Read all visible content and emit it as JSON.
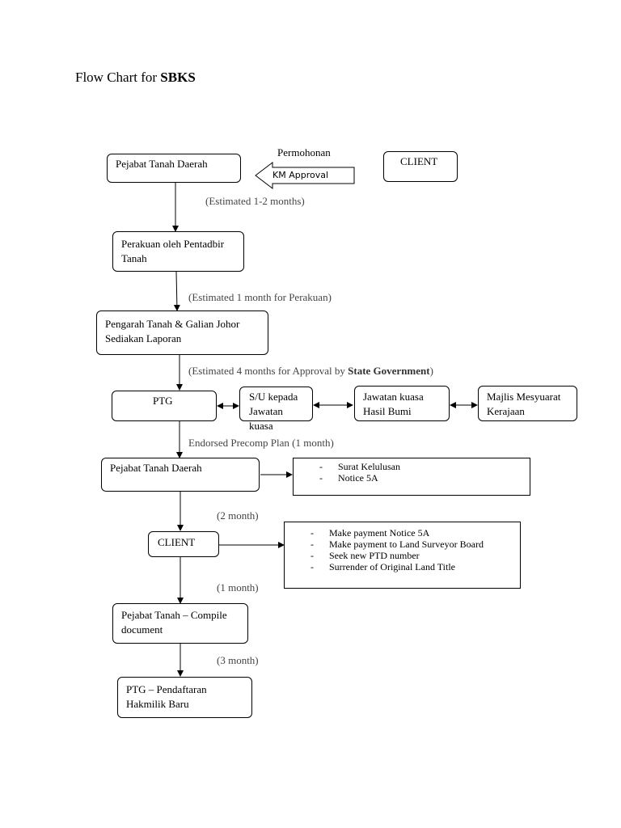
{
  "title": {
    "prefix": "Flow Chart for",
    "emph": "SBKS"
  },
  "nodes": {
    "ptd1": "Pejabat Tanah Daerah",
    "client1": "CLIENT",
    "perakuan": "Perakuan oleh Pentadbir Tanah",
    "pengarah": "Pengarah Tanah & Galian Johor Sediakan Laporan",
    "ptg": "PTG",
    "su": "S/U kepada Jawatan kuasa",
    "jawatan": "Jawatan kuasa Hasil Bumi",
    "majlis": "Majlis Mesyuarat Kerajaan",
    "ptd2": "Pejabat Tanah Daerah",
    "client2": "CLIENT",
    "pejabat_compile": "Pejabat Tanah – Compile document",
    "ptg_daftar": "PTG – Pendaftaran Hakmilik Baru"
  },
  "arrow_labels": {
    "permohonan": "Permohonan",
    "km_approval": "KM Approval"
  },
  "notes": {
    "est1": "(Estimated 1-2 months)",
    "est2": "(Estimated 1 month for Perakuan)",
    "est3_prefix": "(Estimated 4 months for Approval by",
    "est3_bold": "State Government",
    "est3_suffix": ")",
    "endorsed": "Endorsed Precomp Plan (1 month)",
    "m2": "(2 month)",
    "m1": "(1 month)",
    "m3": "(3 month)"
  },
  "lists": {
    "kelulusan": [
      "Surat Kelulusan",
      "Notice 5A"
    ],
    "client_tasks": [
      "Make payment Notice 5A",
      "Make payment to Land Surveyor Board",
      "Seek new PTD number",
      "Surrender of Original Land Title"
    ]
  }
}
